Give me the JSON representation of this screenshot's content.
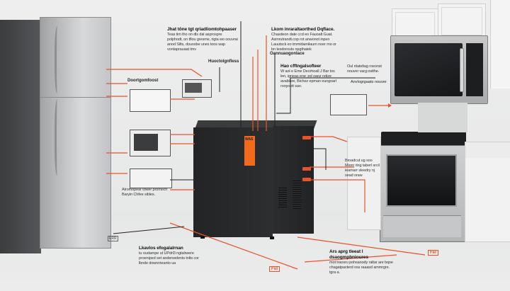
{
  "diagram": {
    "title": "Kitchen appliance power distribution diagram",
    "accent_color": "#e8532a",
    "line_color": "#222222",
    "central_unit": {
      "name": "Power distribution cabinet",
      "label_sticker": "WAS",
      "label_color": "#f26a1b"
    },
    "appliances": [
      {
        "name": "Refrigerator",
        "icon": "refrigerator-icon"
      },
      {
        "name": "Over-range microwave",
        "icon": "microwave-icon"
      },
      {
        "name": "Electric range oven",
        "icon": "oven-icon"
      },
      {
        "name": "Wall cabinets",
        "icon": "cabinet-icon"
      }
    ],
    "callouts": [
      {
        "id": "top-left",
        "heading": "Jhat tône tgt qriadliomtohpaaser",
        "body": "Teas tim tho on dls dal asprospre polphodt, on tflou gresme, rigta wo oouvrai anod Silts, douosbe unes toos wap vontaprauaat tmv"
      },
      {
        "id": "top-center",
        "heading": "Lkom inraraltaorthed Dqflace.",
        "body": "Chasdeon date ccd eo Fauoalt Guat. Asmrutrandt.cop rot anwonot inpen Lauutsck eo tmmidamilaurn noer mo or bn tesdorouts npgthatek"
      },
      {
        "id": "label-overlo",
        "heading": "Oannuaogonlace",
        "body": ""
      },
      {
        "id": "label-hood",
        "heading": "Huoctolgnfless",
        "body": ""
      },
      {
        "id": "mid-center",
        "heading": "Hao cfftngalsofteer",
        "body": "W aol e Eme Deorhoall J Bar tos len, igneas ene ;ed oaoz retize avablare, Bichez epman eungoarl rooyostt sao."
      },
      {
        "id": "mid-right",
        "heading": "",
        "body": "Oul ritateltag roeonst nouver varg:ostthe."
      },
      {
        "id": "label-anvlogrgaati",
        "heading": "Anvlogrgaato nouver",
        "body": ""
      },
      {
        "id": "label-doortgomfoost",
        "heading": "Doortgomfoost",
        "body": ""
      },
      {
        "id": "mid-left",
        "heading": "",
        "body": "Atromopear tower promoch Baryin Chfee sibles."
      },
      {
        "id": "right-side",
        "heading": "",
        "body": "Broadcut ug soo Mionr ring taberl srcil ieamarr sleedry nj sead oraw"
      },
      {
        "id": "bottom-left",
        "heading": "Lkavlos efogalalrnan",
        "body": "tu oudarnpe ut UPdrl3 ngtalrwere proeniped set anderwelents tnlts cor lbnde downnteanto ua"
      },
      {
        "id": "bottom-center",
        "heading": "Ars aprg tleeat l dsaogmpbnioures",
        "body": "mot traosru pohsanody raltar are bqoe chagatpacterd oss raaasd ammrgre. tgra a."
      }
    ],
    "markers": [
      {
        "id": "marker-bottom-center",
        "text": "Ful"
      },
      {
        "id": "marker-bottom-right",
        "text": "Fer"
      },
      {
        "id": "marker-left",
        "text": "ERR"
      }
    ]
  }
}
